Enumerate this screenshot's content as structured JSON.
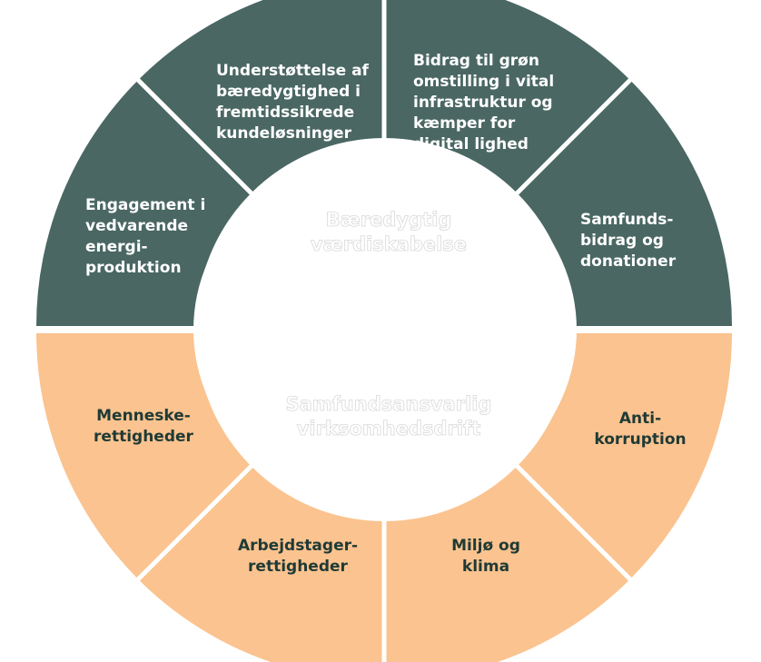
{
  "diagram": {
    "colors": {
      "top_fill": "#4a6763",
      "bottom_fill": "#fbc38f",
      "top_text": "#ffffff",
      "bottom_text": "#1f3a35",
      "divider": "#ffffff",
      "center": "#ffffff"
    },
    "center": {
      "top_line1": "Bæredygtig",
      "top_line2": "værdiskabelse",
      "bottom_line1": "Samfundsansvarlig",
      "bottom_line2": "virksomhedsdrift"
    },
    "top_segments": [
      {
        "lines": [
          "Engagement i",
          "vedvarende",
          "energi-",
          "produktion"
        ]
      },
      {
        "lines": [
          "Understøttelse af",
          "bæredygtighed i",
          "fremtidssikrede",
          "kundeløsninger"
        ]
      },
      {
        "lines": [
          "Bidrag til grøn",
          "omstilling i vital",
          "infrastruktur og",
          "kæmper for",
          "digital lighed"
        ]
      },
      {
        "lines": [
          "Samfunds-",
          "bidrag og",
          "donationer"
        ]
      }
    ],
    "bottom_segments": [
      {
        "lines": [
          "Menneske-",
          "rettigheder"
        ]
      },
      {
        "lines": [
          "Arbejdstager-",
          "rettigheder"
        ]
      },
      {
        "lines": [
          "Miljø og",
          "klima"
        ]
      },
      {
        "lines": [
          "Anti-",
          "korruption"
        ]
      }
    ]
  }
}
